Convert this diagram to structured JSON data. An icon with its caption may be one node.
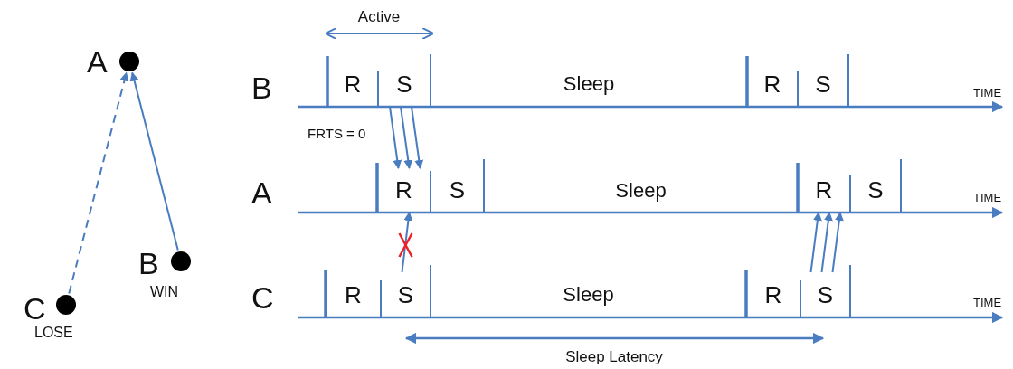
{
  "diagram": {
    "nodes": [
      {
        "text": [
          "A"
        ]
      },
      {
        "text": [
          "B"
        ],
        "beside": [
          "WIN"
        ]
      },
      {
        "text": [
          "C"
        ],
        "beside": [
          "LOSE"
        ]
      },
      {
        "text": [
          "R"
        ]
      },
      {
        "text": [
          "S"
        ]
      },
      {
        "text": [
          "Sleep"
        ]
      },
      {
        "text": [
          "R"
        ]
      },
      {
        "text": [
          "S"
        ]
      },
      {
        "text": [
          "R"
        ]
      },
      {
        "text": [
          "S"
        ]
      },
      {
        "text": [
          "Sleep"
        ]
      },
      {
        "text": [
          "R"
        ]
      },
      {
        "text": [
          "S"
        ]
      },
      {
        "text": [
          "R"
        ]
      },
      {
        "text": [
          "S"
        ]
      },
      {
        "text": [
          "Sleep"
        ]
      },
      {
        "text": [
          "R"
        ]
      },
      {
        "text": [
          "S"
        ]
      }
    ],
    "edges": [
      {
        "from": 2,
        "to": 0,
        "arrow": "to",
        "style": "dashed"
      },
      {
        "from": 1,
        "to": 0,
        "arrow": "to"
      },
      {
        "from": 4,
        "to": 8,
        "arrow": "to"
      },
      {
        "from": 4,
        "to": 8,
        "arrow": "to"
      },
      {
        "from": 4,
        "to": 8,
        "arrow": "to"
      },
      {
        "from": 14,
        "to": 8,
        "arrow": "to"
      },
      {
        "from": 17,
        "to": 11,
        "arrow": "to"
      },
      {
        "from": 17,
        "to": 11,
        "arrow": "to"
      },
      {
        "from": 17,
        "to": 11,
        "arrow": "to"
      }
    ],
    "labels": [
      "Active",
      "B",
      "TIME",
      "FRTS = 0",
      "A",
      "TIME",
      "C",
      "TIME",
      "Sleep Latency"
    ]
  }
}
